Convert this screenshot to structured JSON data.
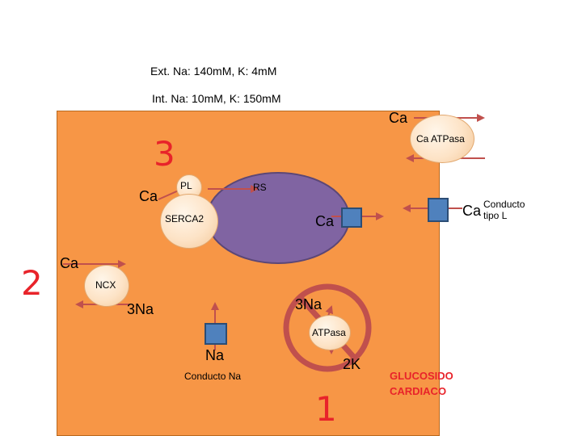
{
  "concentrations": {
    "external": "Ext. Na: 140mM, K: 4mM",
    "internal": "Int. Na: 10mM, K: 150mM"
  },
  "labels": {
    "ca_atpase_ion": "Ca",
    "ca_atpase": "Ca ATPasa",
    "num_3": "3",
    "pl": "PL",
    "rs": "RS",
    "ca_left_pl": "Ca",
    "serca2": "SERCA2",
    "ca_rs": "Ca",
    "ca_l_type": "Ca",
    "conducto_tipo_l": [
      "Conducto",
      "tipo L"
    ],
    "num_2": "2",
    "ca_ncx": "Ca",
    "ncx": "NCX",
    "na3_left": "3Na",
    "na3_right": "3Na",
    "atpasa": "ATPasa",
    "na_channel_ion": "Na",
    "conducto_na": "Conducto Na",
    "k2": "2K",
    "num_1": "1",
    "glucosido": [
      "GLUCOSIDO",
      "CARDIACO"
    ]
  },
  "colors": {
    "cell": "#f79646",
    "sr": "#8064a2",
    "arrow": "#c0504d",
    "red_number": "#e8232a",
    "prohibition": "#c0504d",
    "channel": "#4f81bd"
  }
}
